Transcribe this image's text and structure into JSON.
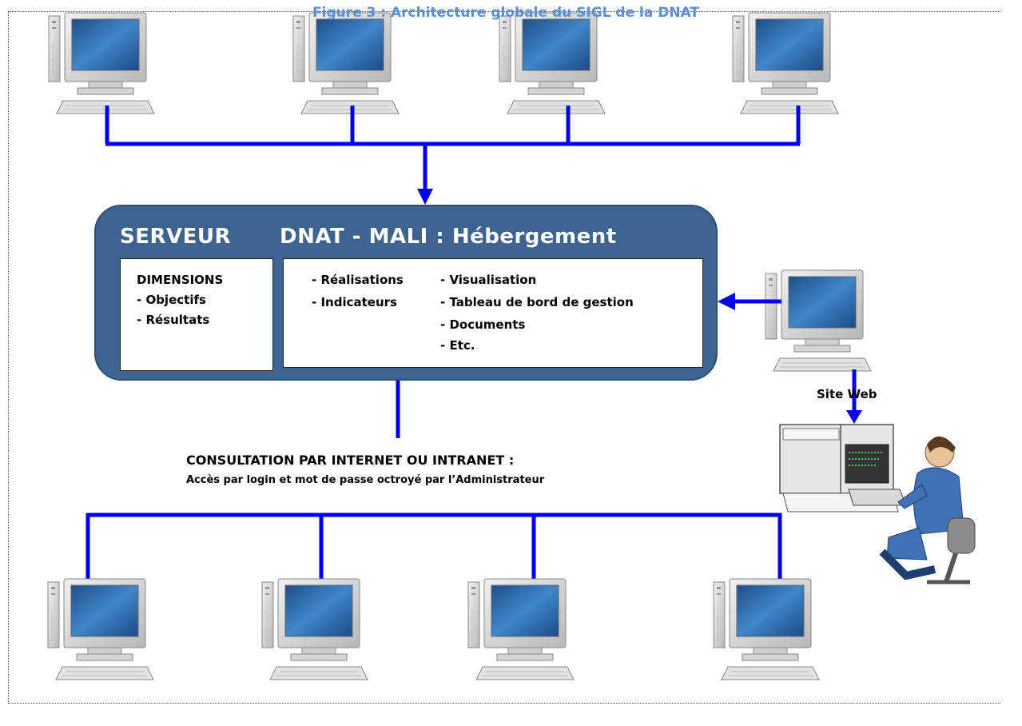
{
  "figure_title": "Figure 3 : Architecture globale du SIGL de la DNAT",
  "server": {
    "title_part1": "SERVEUR",
    "title_part2": "DNAT  - MALI : Hébergement",
    "left_box": [
      "DIMENSIONS",
      "- Objectifs",
      "- Résultats"
    ],
    "right_box_col1": [
      "-  Réalisations",
      "-  Indicateurs"
    ],
    "right_box_col2": [
      "- Visualisation",
      "- Tableau de bord de gestion",
      "- Documents",
      "- Etc."
    ]
  },
  "consultation": {
    "heading": "CONSULTATION PAR INTERNET OU INTRANET :",
    "detail": "Accès par login et mot de passe octroyé par l’Administrateur"
  },
  "site_web_label": "Site Web",
  "colors": {
    "connector": "#0000ee",
    "server_fill": "#3d6490",
    "screen": "#2f6fb0",
    "monitor_body": "#d9d9d9",
    "title": "#5b8fd6"
  }
}
